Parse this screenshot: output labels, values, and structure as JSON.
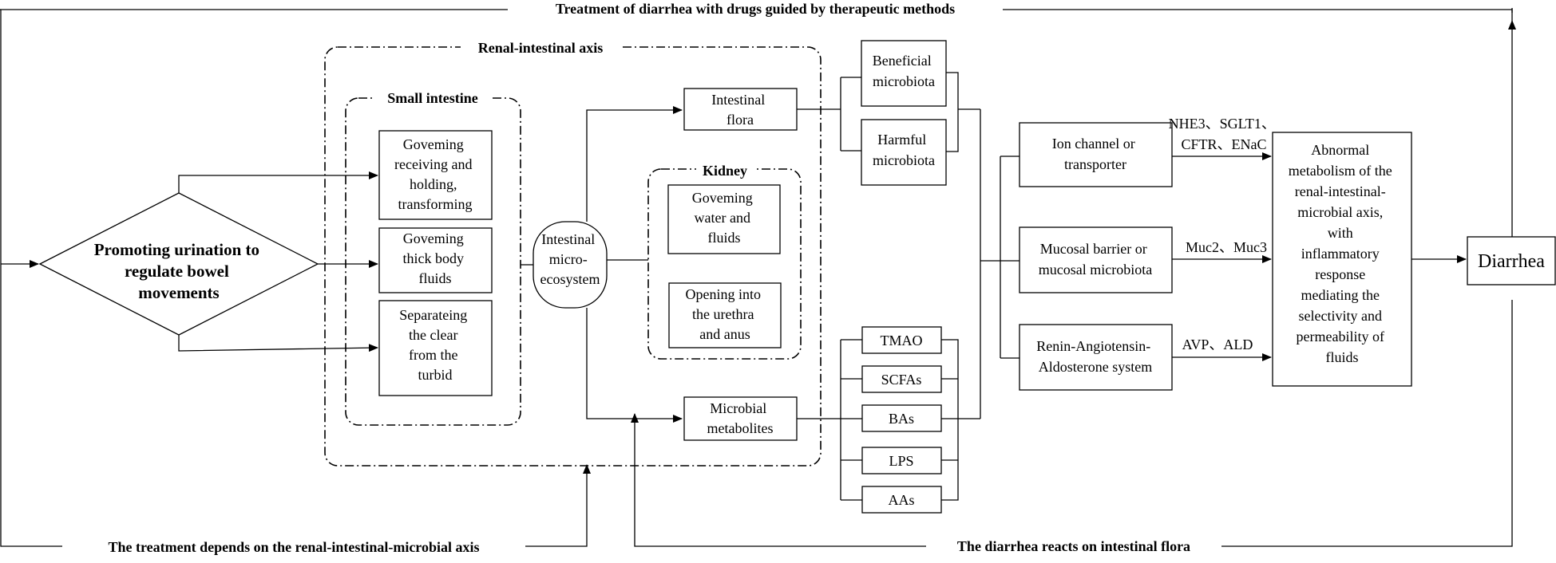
{
  "top_feedback": "Treatment of diarrhea with drugs guided by therapeutic methods",
  "bottom_left_feedback": "The treatment depends on  the renal-intestinal-microbial axis",
  "bottom_right_feedback": "The diarrhea reacts on intestinal flora",
  "therapy": [
    "Promoting urination to",
    "regulate bowel",
    "movements"
  ],
  "renal_intestinal_axis": "Renal-intestinal axis",
  "small_intestine": {
    "title": "Small intestine",
    "functions": [
      [
        "Goveming",
        "receiving and",
        "holding,",
        "transforming"
      ],
      [
        "Goveming",
        "thick body",
        "fluids"
      ],
      [
        "Separateing",
        "the clear",
        "from the",
        "turbid"
      ]
    ]
  },
  "micro_ecosystem": [
    "Intestinal",
    "micro-",
    "ecosystem"
  ],
  "kidney": {
    "title": "Kidney",
    "functions": [
      [
        "Goveming",
        "water and",
        "fluids"
      ],
      [
        "Opening into",
        "the urethra",
        "and anus"
      ]
    ]
  },
  "intestinal_flora": [
    "Intestinal",
    "flora"
  ],
  "microbial_metabolites": [
    "Microbial",
    "metabolites"
  ],
  "microbiota": [
    [
      "Beneficial",
      "microbiota"
    ],
    [
      "Harmful",
      "microbiota"
    ]
  ],
  "metabolites": [
    "TMAO",
    "SCFAs",
    "BAs",
    "LPS",
    "AAs"
  ],
  "mechanisms": [
    [
      "Ion channel or",
      "transporter"
    ],
    [
      "Mucosal barrier or",
      "mucosal microbiota"
    ],
    [
      "Renin-Angiotensin-",
      "Aldosterone system"
    ]
  ],
  "markers": [
    [
      "NHE3、SGLT1、",
      "CFTR、ENaC"
    ],
    [
      "Muc2、Muc3"
    ],
    [
      "AVP、ALD"
    ]
  ],
  "abnormal_metabolism": [
    "Abnormal",
    "metabolism of the",
    "renal-intestinal-",
    "microbial axis,",
    "with",
    "inflammatory",
    "response",
    "mediating the",
    "selectivity and",
    "permeability of",
    "fluids"
  ],
  "outcome": "Diarrhea"
}
